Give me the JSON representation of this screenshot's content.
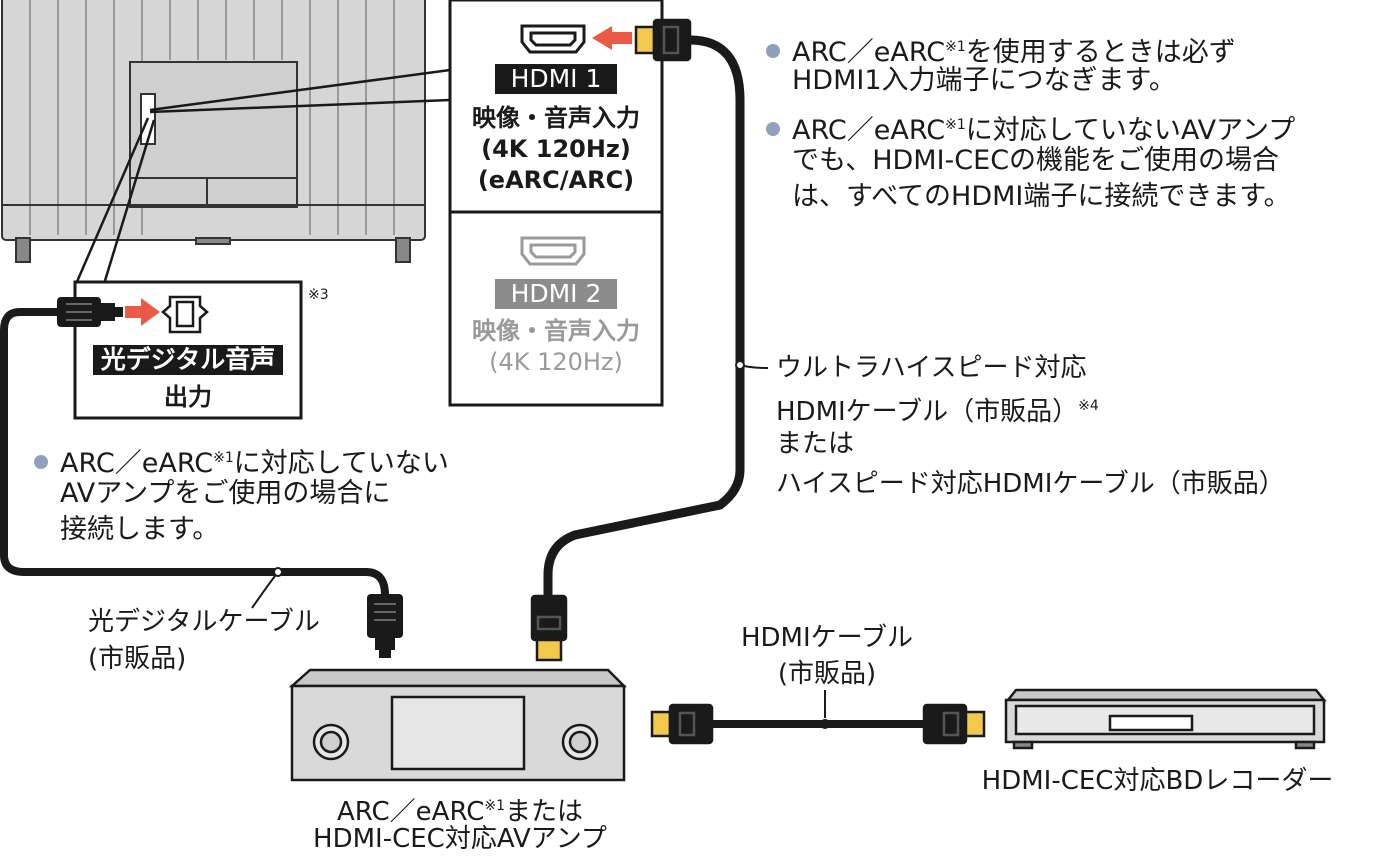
{
  "hdmi_panel": {
    "hdmi1_tag": "HDMI 1",
    "hdmi1_lines": [
      "映像・音声入力",
      "(4K 120Hz)",
      "(eARC/ARC)"
    ],
    "hdmi2_tag": "HDMI 2",
    "hdmi2_lines": [
      "映像・音声入力",
      "(4K 120Hz)"
    ]
  },
  "optical_panel": {
    "tag": "光デジタル音声",
    "sub": "出力",
    "ref_mark": "※3"
  },
  "notes_right": [
    {
      "text": "ARC／eARC",
      "sup": "※1",
      "rest": "を使用するときは必ず",
      "line2": "HDMI1入力端子につなぎます。"
    },
    {
      "text": "ARC／eARC",
      "sup": "※1",
      "rest": "に対応していないAVアンプ",
      "line2": "でも、HDMI-CECの機能をご使用の場合",
      "line3": "は、すべてのHDMI端子に接続できます。"
    }
  ],
  "note_left": {
    "text": "ARC／eARC",
    "sup": "※1",
    "rest": "に対応していない",
    "line2": "AVアンプをご使用の場合に",
    "line3": "接続します。"
  },
  "cable_label_hdmi_long": {
    "line1": "ウルトラハイスピード対応",
    "line2": "HDMIケーブル（市販品）",
    "line2_sup": "※4",
    "line3": "または",
    "line4": "ハイスピード対応HDMIケーブル（市販品）"
  },
  "cable_label_optical": {
    "line1": "光デジタルケーブル",
    "line2": "(市販品)"
  },
  "cable_label_hdmi_short": {
    "line1": "HDMIケーブル",
    "line2": "(市販品)"
  },
  "amp_caption": {
    "text": "ARC／eARC",
    "sup": "※1",
    "rest": "または",
    "line2": "HDMI-CEC対応AVアンプ"
  },
  "recorder_caption": "HDMI-CEC対応BDレコーダー",
  "colors": {
    "arrow": "#ea5a47",
    "connector_gold": "#f2c94c",
    "bullet": "#8fa0bf",
    "tag_dark": "#1a1a1a",
    "tag_gray": "#8c8c8c",
    "gray_text": "#9a9a9a"
  },
  "icons": [
    "tv-rear-icon",
    "hdmi-port-icon",
    "optical-port-icon",
    "hdmi-plug-icon",
    "optical-plug-icon",
    "av-amplifier-icon",
    "bd-recorder-icon",
    "arrow-icon"
  ]
}
